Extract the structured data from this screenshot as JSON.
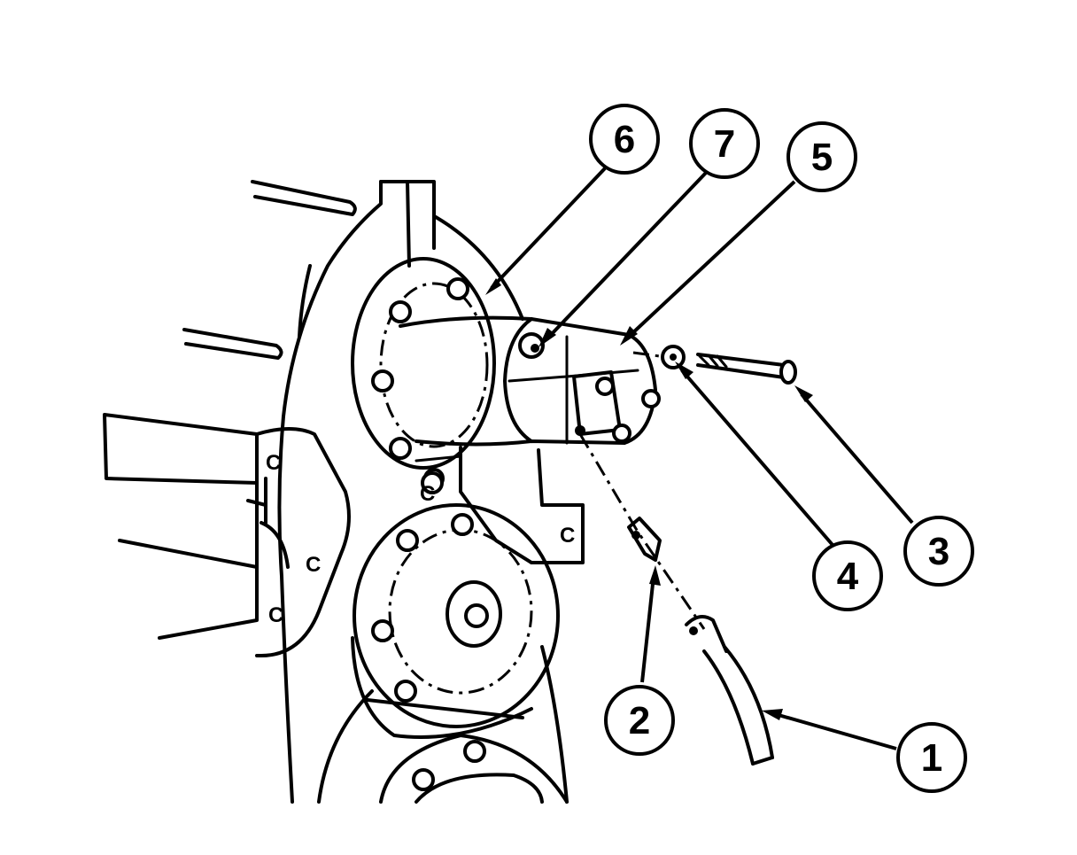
{
  "callouts": [
    {
      "id": "1",
      "label": "1"
    },
    {
      "id": "2",
      "label": "2"
    },
    {
      "id": "3",
      "label": "3"
    },
    {
      "id": "4",
      "label": "4"
    },
    {
      "id": "5",
      "label": "5"
    },
    {
      "id": "6",
      "label": "6"
    },
    {
      "id": "7",
      "label": "7"
    }
  ],
  "housing_marks": [
    "C",
    "C",
    "C",
    "C",
    "C"
  ]
}
